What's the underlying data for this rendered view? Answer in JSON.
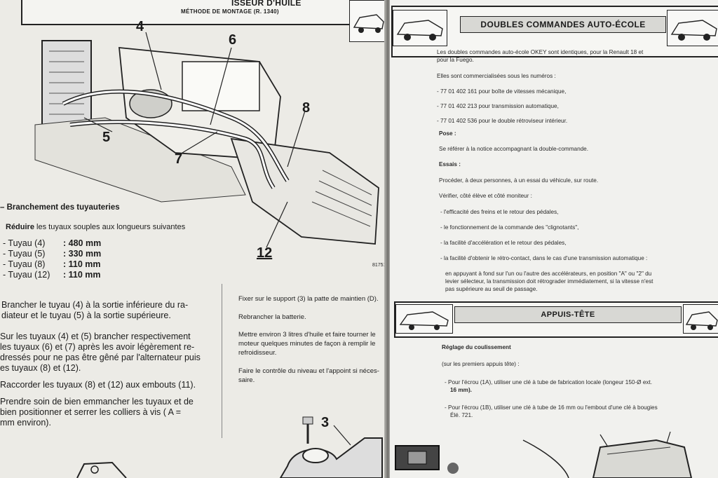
{
  "left_page": {
    "header_partial": "ISSEUR D'HUILE",
    "header_method": "MÉTHODE DE MONTAGE (R. 1340)",
    "callouts": [
      "4",
      "6",
      "8",
      "5",
      "7",
      "12",
      "3"
    ],
    "figure_ref": "81751",
    "section_title": "– Branchement des tuyauteries",
    "reduce_bold": "Réduire",
    "reduce_rest": " les tuyaux souples aux longueurs suivantes",
    "lengths": [
      {
        "name": "- Tuyau (4)",
        "value": ": 480 mm"
      },
      {
        "name": "- Tuyau (5)",
        "value": ": 330 mm"
      },
      {
        "name": "- Tuyau (8)",
        "value": ": 110 mm"
      },
      {
        "name": "- Tuyau (12)",
        "value": ": 110 mm"
      }
    ],
    "col1": [
      "Brancher le tuyau (4) à la sortie inférieure du ra-",
      "diateur et le tuyau (5) à la sortie supérieure.",
      "Sur les tuyaux (4) et (5) brancher respectivement",
      "les tuyaux (6) et (7) après les avoir légèrement re-",
      "dressés pour ne pas être gêné par l'alternateur puis",
      "es tuyaux (8) et (12).",
      "Raccorder les tuyaux (8) et (12) aux embouts (11).",
      "Prendre soin de bien emmancher les tuyaux et de",
      "bien positionner et serrer les colliers à vis ( A =",
      " mm environ)."
    ],
    "col2": [
      "Fixer sur le support (3) la patte de maintien (D).",
      "Rebrancher la batterie.",
      "Mettre environ 3 litres d'huile et faire tourner le",
      "moteur quelques minutes de façon à remplir le",
      "refroidisseur.",
      "Faire le contrôle du niveau et l'appoint si néces-",
      "saire."
    ]
  },
  "right_page": {
    "title1": "DOUBLES COMMANDES AUTO-ÉCOLE",
    "lines": [
      "Les doubles commandes auto-école OKEY sont identiques, pour la Renault 18 et",
      "pour la Fuego.",
      "Elles sont commercialisées sous les numéros :",
      "- 77 01 402 161 pour boîte de vitesses mécanique,",
      "- 77 01 402 213 pour transmission automatique,",
      "- 77 01 402 536 pour le double rétroviseur intérieur.",
      "Pose :",
      "Se référer à la notice accompagnant la double-commande.",
      "Essais :",
      "Procéder, à deux personnes, à un essai du véhicule, sur route.",
      "Vérifier, côté élève et côté moniteur :",
      "- l'efficacité des freins et le retour des pédales,",
      "- le fonctionnement de la commande des \"clignotants\",",
      "- la facilité d'accélération et le retour des pédales,",
      "- la facilité d'obtenir le rétro-contact, dans le cas d'une transmission automatique :",
      "en appuyant à fond sur l'un ou l'autre des accélérateurs, en position \"A\" ou \"2\" du",
      "levier sélecteur, la transmission doit rétrograder immédiatement, si la vitesse n'est",
      "pas supérieure au seuil de passage."
    ],
    "title2": "APPUIS-TÊTE",
    "lines2": [
      "Réglage du coulissement",
      "(sur les premiers appuis tête) :",
      "- Pour l'écrou (1A), utiliser une clé à tube de fabrication locale (longeur 150-Ø ext.",
      "16 mm).",
      "- Pour l'écrou (1B), utiliser une clé à tube de 16 mm ou l'embout d'une clé à bougies",
      "Élé. 721."
    ]
  }
}
